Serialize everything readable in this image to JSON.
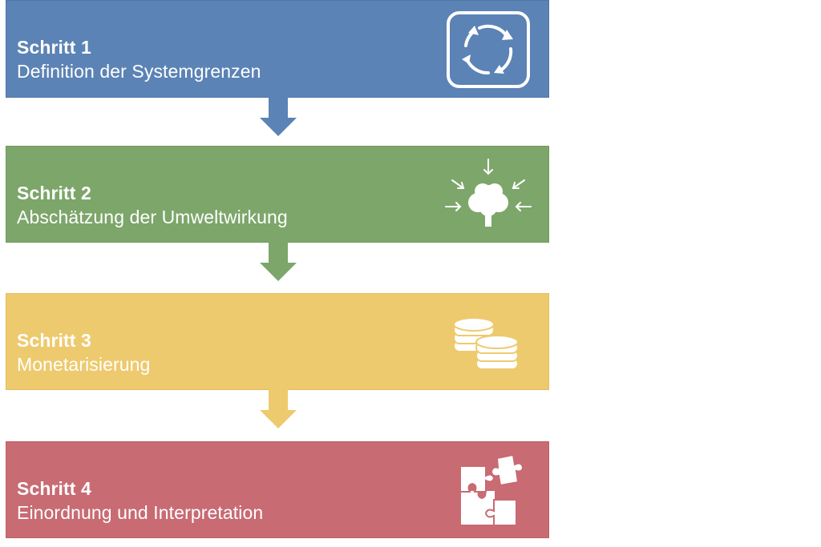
{
  "colors": {
    "step1": "#5b83b5",
    "step2": "#7da66a",
    "step3": "#eeca6e",
    "step4": "#c86b73",
    "text": "#ffffff"
  },
  "steps": [
    {
      "title": "Schritt 1",
      "description": "Definition der Systemgrenzen",
      "icon": "cycle-arrows-icon"
    },
    {
      "title": "Schritt 2",
      "description": "Abschätzung der Umweltwirkung",
      "icon": "tree-impact-icon"
    },
    {
      "title": "Schritt 3",
      "description": "Monetarisierung",
      "icon": "coins-icon"
    },
    {
      "title": "Schritt 4",
      "description": "Einordnung und Interpretation",
      "icon": "puzzle-icon"
    }
  ]
}
